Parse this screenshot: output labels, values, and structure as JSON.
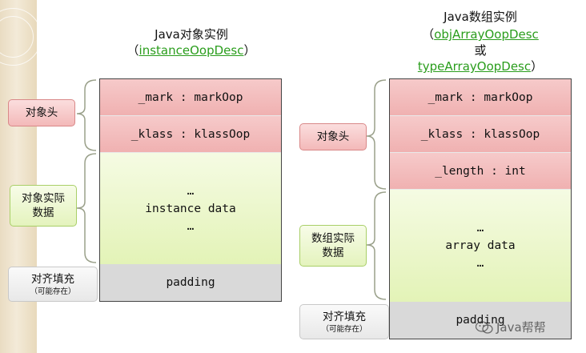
{
  "left": {
    "title": "Java对象实例",
    "paren_open": "（",
    "desc": "instanceOopDesc",
    "paren_close": "）",
    "rows": {
      "mark": "_mark : markOop",
      "klass": "_klass : klassOop",
      "ellipsis_top": "…",
      "data": "instance data",
      "ellipsis_bottom": "…",
      "padding": "padding"
    },
    "labels": {
      "header": "对象头",
      "data_line1": "对象实际",
      "data_line2": "数据",
      "align": "对齐填充",
      "align_note": "（可能存在）"
    }
  },
  "right": {
    "title": "Java数组实例",
    "paren_open": "（",
    "desc1": "objArrayOopDesc",
    "or": "或",
    "desc2": "typeArrayOopDesc",
    "paren_close": "）",
    "rows": {
      "mark": "_mark : markOop",
      "klass": "_klass : klassOop",
      "length": "_length : int",
      "ellipsis_top": "…",
      "data": "array data",
      "ellipsis_bottom": "…",
      "padding": "padding"
    },
    "labels": {
      "header": "对象头",
      "data_line1": "数组实际",
      "data_line2": "数据",
      "align": "对齐填充",
      "align_note": "（可能存在）"
    }
  },
  "watermark": "Java帮帮",
  "colors": {
    "header": "#f2b8b8",
    "data": "#e6f4c0",
    "padding": "#d9d9d9",
    "link": "#2a9d1c"
  }
}
